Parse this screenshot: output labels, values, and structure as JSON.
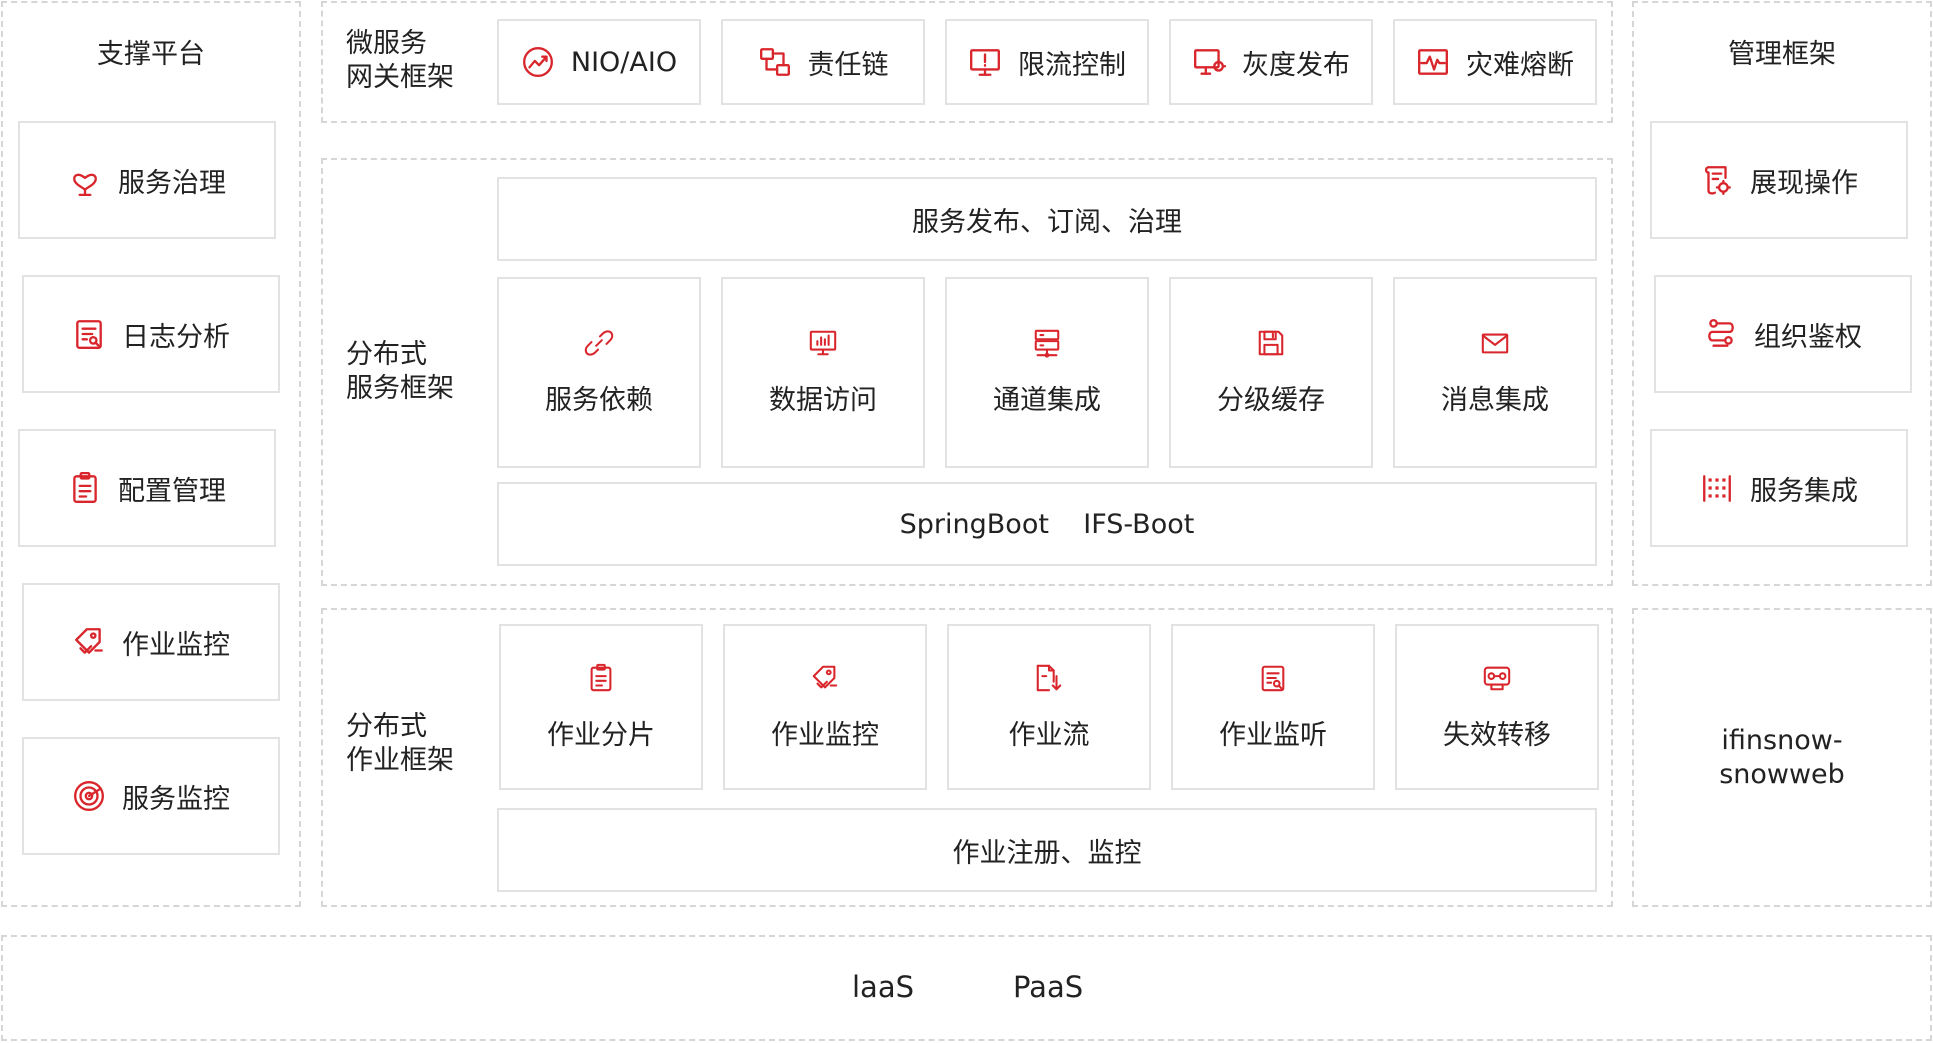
{
  "support": {
    "title": "支撑平台",
    "items": [
      "服务治理",
      "日志分析",
      "配置管理",
      "作业监控",
      "服务监控"
    ]
  },
  "gateway": {
    "title": [
      "微服务",
      "网关框架"
    ],
    "items": [
      "NIO/AIO",
      "责任链",
      "限流控制",
      "灰度发布",
      "灾难熔断"
    ]
  },
  "service": {
    "title": [
      "分布式",
      "服务框架"
    ],
    "top": "服务发布、订阅、治理",
    "items": [
      "服务依赖",
      "数据访问",
      "通道集成",
      "分级缓存",
      "消息集成"
    ],
    "bottom": "SpringBoot    IFS-Boot"
  },
  "job": {
    "title": [
      "分布式",
      "作业框架"
    ],
    "items": [
      "作业分片",
      "作业监控",
      "作业流",
      "作业监听",
      "失效转移"
    ],
    "bottom": "作业注册、监控"
  },
  "mgmt": {
    "title": "管理框架",
    "items": [
      "展现操作",
      "组织鉴权",
      "服务集成"
    ]
  },
  "snow": {
    "lines": [
      "ifinsnow-",
      "snowweb"
    ]
  },
  "infra": {
    "iaas": "laaS",
    "paas": "PaaS"
  },
  "colors": {
    "accent": "#d9262c",
    "border": "#e2e2e2",
    "dash": "#d6d6d6"
  }
}
